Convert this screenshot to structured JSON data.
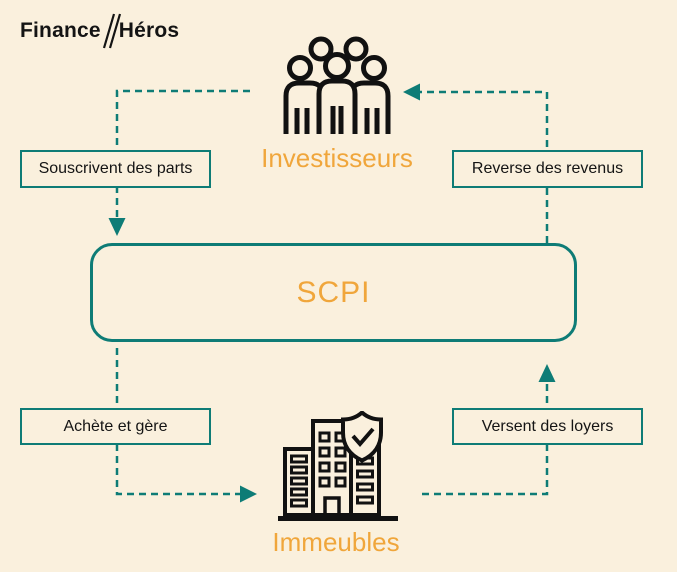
{
  "logo": {
    "part1": "Finance",
    "part2": "Héros",
    "separator_icon": "double-slash-icon"
  },
  "diagram": {
    "title_entity": "SCPI",
    "nodes": {
      "investisseurs": {
        "label": "Investisseurs",
        "icon": "people-group-icon"
      },
      "scpi": {
        "label": "SCPI"
      },
      "immeubles": {
        "label": "Immeubles",
        "icon": "building-shield-check-icon"
      }
    },
    "flows": {
      "souscrivent": {
        "label": "Souscrivent des parts",
        "from": "Investisseurs",
        "to": "SCPI"
      },
      "reverse": {
        "label": "Reverse des revenus",
        "from": "SCPI",
        "to": "Investisseurs"
      },
      "achete": {
        "label": "Achète et gère",
        "from": "SCPI",
        "to": "Immeubles"
      },
      "versent": {
        "label": "Versent des loyers",
        "from": "Immeubles",
        "to": "SCPI"
      }
    },
    "arrow_style": "dashed"
  },
  "colors": {
    "background": "#faf0dd",
    "teal": "#0e7c76",
    "orange": "#f0a63b",
    "ink": "#141414"
  }
}
